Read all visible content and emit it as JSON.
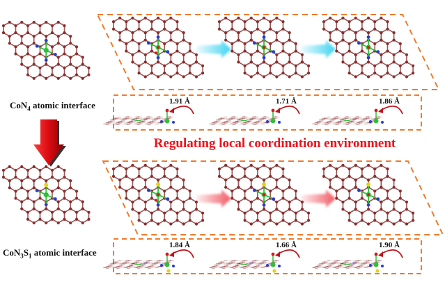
{
  "labels": {
    "con4": {
      "main": "CoN",
      "sub1": "4",
      "rest": " atomic interface"
    },
    "con3s1": {
      "main": "CoN",
      "sub1": "3",
      "mid": "S",
      "sub2": "1",
      "rest": " atomic interface"
    },
    "center_title": "Regulating local coordination environment"
  },
  "distances": {
    "top": [
      "1.91 Å",
      "1.71 Å",
      "1.86 Å"
    ],
    "bottom": [
      "1.84 Å",
      "1.66 Å",
      "1.90 Å"
    ]
  },
  "colors": {
    "carbon": "#8b2c2c",
    "bond": "#9a5656",
    "cobalt": "#2fbf3a",
    "nitrogen": "#2b3bd0",
    "sulfur": "#e6d21a",
    "oxygen": "#e0141c",
    "dash": "#f07a2a",
    "title": "#e8141c",
    "arrow_top": "#3fd4f0",
    "arrow_bottom": "#f25a64"
  }
}
